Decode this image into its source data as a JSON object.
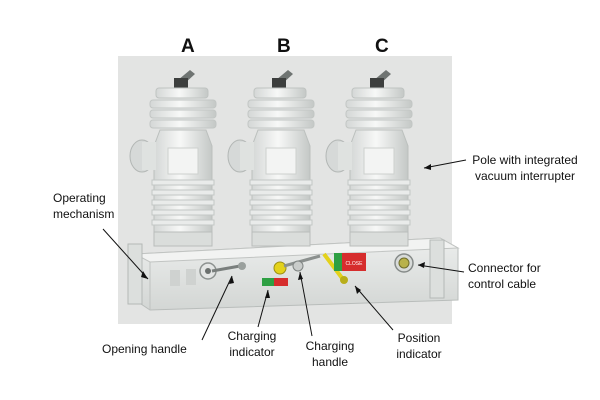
{
  "phases": [
    "A",
    "B",
    "C"
  ],
  "labels": {
    "operating_mechanism": [
      "Operating",
      "mechanism"
    ],
    "pole": [
      "Pole with integrated",
      "vacuum interrupter"
    ],
    "connector": [
      "Connector for",
      "control cable"
    ],
    "opening_handle": "Opening handle",
    "charging_indicator": [
      "Charging",
      "indicator"
    ],
    "charging_handle": [
      "Charging",
      "handle"
    ],
    "position_indicator": [
      "Position",
      "indicator"
    ]
  },
  "indicator_text": "CLOSE",
  "colors": {
    "body": "#e6e8e6",
    "shade": "#c9cccb",
    "indicator_green": "#2ea043",
    "indicator_red": "#d62d2d",
    "handle_yellow": "#e4d21b"
  }
}
